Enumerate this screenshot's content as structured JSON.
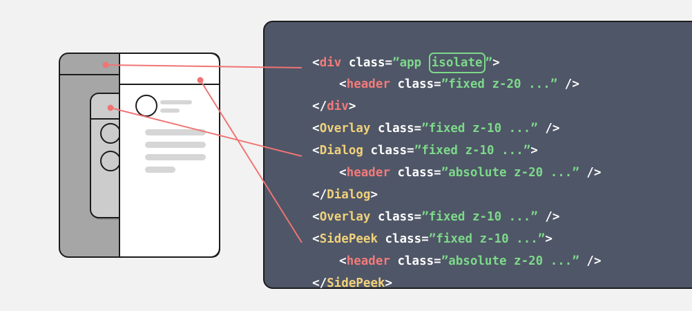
{
  "colors": {
    "background": "#f2f2f2",
    "panel": "#4f5667",
    "html_tag": "#f27b7b",
    "component_tag": "#f1d27a",
    "string": "#7dd98a",
    "plain": "#ffffff",
    "connector": "#f07474",
    "sketch_dark": "#a6a6a6",
    "sketch_mid": "#cccccc",
    "sketch_light": "#ffffff"
  },
  "code": [
    {
      "open": "<",
      "tag": "div",
      "kind": "html",
      "attr": " class=",
      "str_pre": "”app ",
      "hl": "isolate",
      "str_post": "”",
      "close": ">"
    },
    {
      "open": "<",
      "tag": "header",
      "kind": "html",
      "attr": " class=",
      "str_pre": "”fixed z-20 ...”",
      "close": " />"
    },
    {
      "open": "</",
      "tag": "div",
      "kind": "html",
      "close": ">"
    },
    {
      "open": "<",
      "tag": "Overlay",
      "kind": "comp",
      "attr": " class=",
      "str_pre": "”fixed z-10 ...”",
      "close": " />"
    },
    {
      "open": "<",
      "tag": "Dialog",
      "kind": "comp",
      "attr": " class=",
      "str_pre": "”fixed z-10 ...”",
      "close": ">"
    },
    {
      "open": "<",
      "tag": "header",
      "kind": "html",
      "attr": " class=",
      "str_pre": "”absolute z-20 ...”",
      "close": " />"
    },
    {
      "open": "</",
      "tag": "Dialog",
      "kind": "comp",
      "close": ">"
    },
    {
      "open": "<",
      "tag": "Overlay",
      "kind": "comp",
      "attr": " class=",
      "str_pre": "”fixed z-10 ...”",
      "close": " />"
    },
    {
      "open": "<",
      "tag": "SidePeek",
      "kind": "comp",
      "attr": " class=",
      "str_pre": "”fixed z-10 ...”",
      "close": ">"
    },
    {
      "open": "<",
      "tag": "header",
      "kind": "html",
      "attr": " class=",
      "str_pre": "”absolute z-20 ...”",
      "close": " />"
    },
    {
      "open": "</",
      "tag": "SidePeek",
      "kind": "comp",
      "close": ">"
    }
  ]
}
